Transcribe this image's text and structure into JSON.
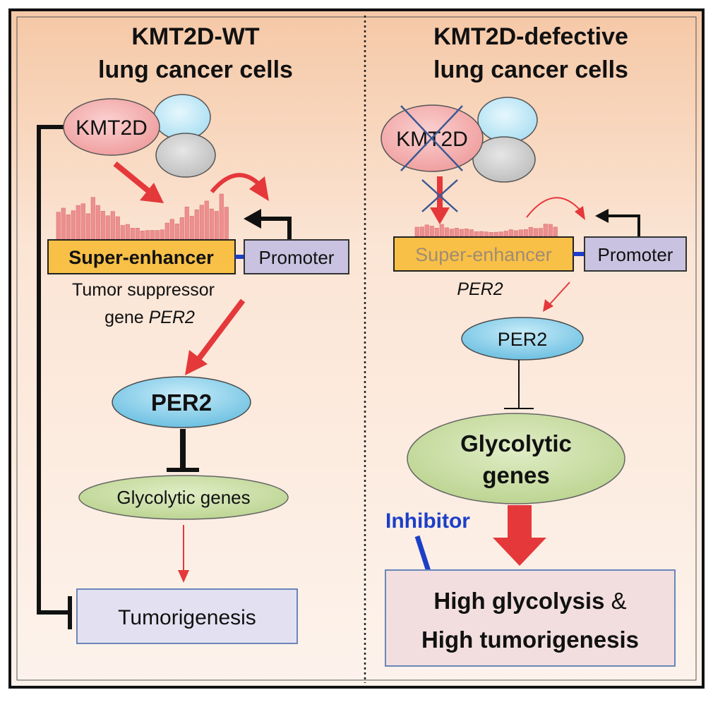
{
  "left": {
    "title_line1": "KMT2D-WT",
    "title_line2": "lung cancer cells",
    "kmt2d": "KMT2D",
    "super_enhancer": "Super-enhancer",
    "promoter": "Promoter",
    "gene_line1": "Tumor suppressor",
    "gene_line2_prefix": "gene ",
    "gene_line2_italic": "PER2",
    "per2": "PER2",
    "glycolytic": "Glycolytic genes",
    "tumorigenesis": "Tumorigenesis"
  },
  "right": {
    "title_line1": "KMT2D-defective",
    "title_line2": "lung cancer cells",
    "kmt2d": "KMT2D",
    "super_enhancer": "Super-enhancer",
    "promoter": "Promoter",
    "gene": "PER2",
    "per2": "PER2",
    "glycolytic_line1": "Glycolytic",
    "glycolytic_line2": "genes",
    "inhibitor": "Inhibitor",
    "outcome_line1_bold": "High glycolysis",
    "outcome_line1_amp": " &",
    "outcome_line2": "High tumorigenesis"
  },
  "colors": {
    "panel_top": "#f5c8a6",
    "panel_bottom": "#fbeee4",
    "kmt2d_fill": "#f4a8a8",
    "per2_fill": "#7fcbe8",
    "glycolytic_fill": "#c6dc9c",
    "super_enhancer_fill": "#f8c046",
    "promoter_fill": "#c9c3e1",
    "tumorigenesis_fill": "#e3e1f1",
    "outcome_fill": "#f2dedf",
    "red_arrow": "#e5383b",
    "inhibitor_blue": "#1c3fc8"
  }
}
